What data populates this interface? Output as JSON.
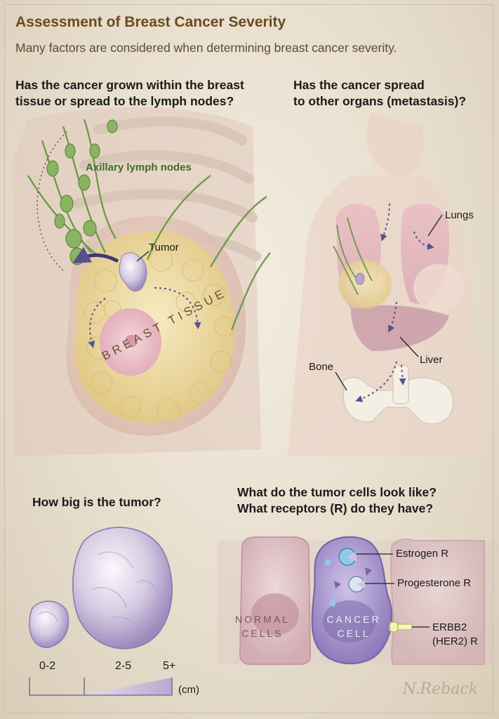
{
  "header": {
    "title": "Assessment of Breast Cancer Severity",
    "subtitle": "Many factors are considered when determining breast cancer severity."
  },
  "panel_local": {
    "question_line1": "Has the cancer grown within the breast",
    "question_line2": "tissue or spread to the lymph nodes?",
    "label_lymph": "Axillary lymph nodes",
    "label_tumor": "Tumor",
    "label_tissue": "BREAST TISSUE"
  },
  "panel_metastasis": {
    "question_line1": "Has the cancer spread",
    "question_line2": "to other organs (metastasis)?",
    "label_lungs": "Lungs",
    "label_liver": "Liver",
    "label_bone": "Bone"
  },
  "panel_size": {
    "question": "How big is the tumor?",
    "scale_labels": [
      "0-2",
      "2-5",
      "5+"
    ],
    "unit": "(cm)"
  },
  "panel_cells": {
    "question_line1": "What do the tumor cells look like?",
    "question_line2": "What receptors (R) do they have?",
    "normal_line1": "NORMAL",
    "normal_line2": "CELLS",
    "cancer_line1": "CANCER",
    "cancer_line2": "CELL",
    "receptor_estrogen": "Estrogen R",
    "receptor_progesterone": "Progesterone R",
    "receptor_erbb2_line1": "ERBB2",
    "receptor_erbb2_line2": "(HER2) R"
  },
  "signature": "N.Reback",
  "colors": {
    "title": "#6a4a1e",
    "lymph_green": "#5a8a3a",
    "arrow_purple": "#4a4a8a",
    "tumor_lavender": "#b8a8cc",
    "breast_yellow": "#ecd89a",
    "skin_pink": "#e7c9bd"
  }
}
